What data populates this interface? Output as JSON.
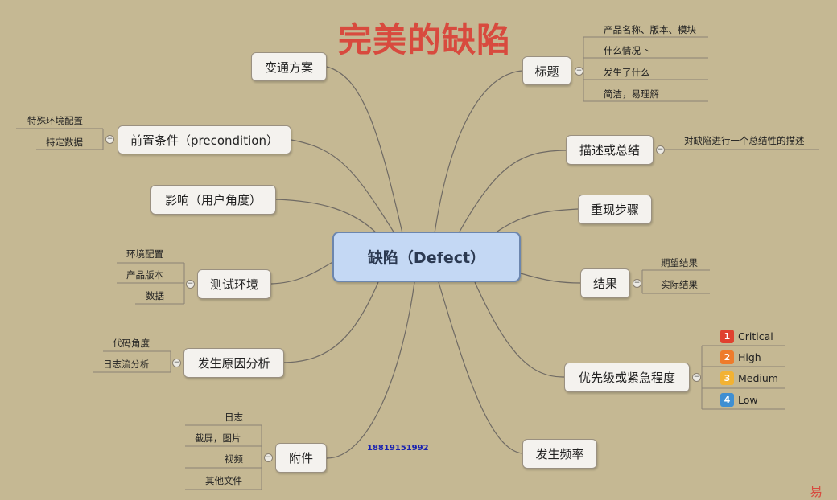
{
  "title": "完美的缺陷",
  "center": "缺陷（Defect）",
  "phone": "18819151992",
  "logo_text": "易",
  "nodes": {
    "workaround": "变通方案",
    "precondition": "前置条件（precondition）",
    "impact": "影响（用户角度）",
    "test_env": "测试环境",
    "cause": "发生原因分析",
    "attachment": "附件",
    "title_node": "标题",
    "summary": "描述或总结",
    "repro": "重现步骤",
    "result": "结果",
    "priority": "优先级或紧急程度",
    "frequency": "发生频率"
  },
  "leaves": {
    "title_node": [
      "产品名称、版本、模块",
      "什么情况下",
      "发生了什么",
      "简洁，易理解"
    ],
    "summary": [
      "对缺陷进行一个总结性的描述"
    ],
    "result": [
      "期望结果",
      "实际结果"
    ],
    "priority": [
      {
        "num": "1",
        "label": "Critical",
        "color": "#e0412f"
      },
      {
        "num": "2",
        "label": "High",
        "color": "#ee7b2b"
      },
      {
        "num": "3",
        "label": "Medium",
        "color": "#f2b233"
      },
      {
        "num": "4",
        "label": "Low",
        "color": "#3f8fd2"
      }
    ],
    "precondition": [
      "特殊环境配置",
      "特定数据"
    ],
    "test_env": [
      "环境配置",
      "产品版本",
      "数据"
    ],
    "cause": [
      "代码角度",
      "日志流分析"
    ],
    "attachment": [
      "日志",
      "截屏，图片",
      "视频",
      "其他文件"
    ]
  },
  "toggle_symbol": "−"
}
